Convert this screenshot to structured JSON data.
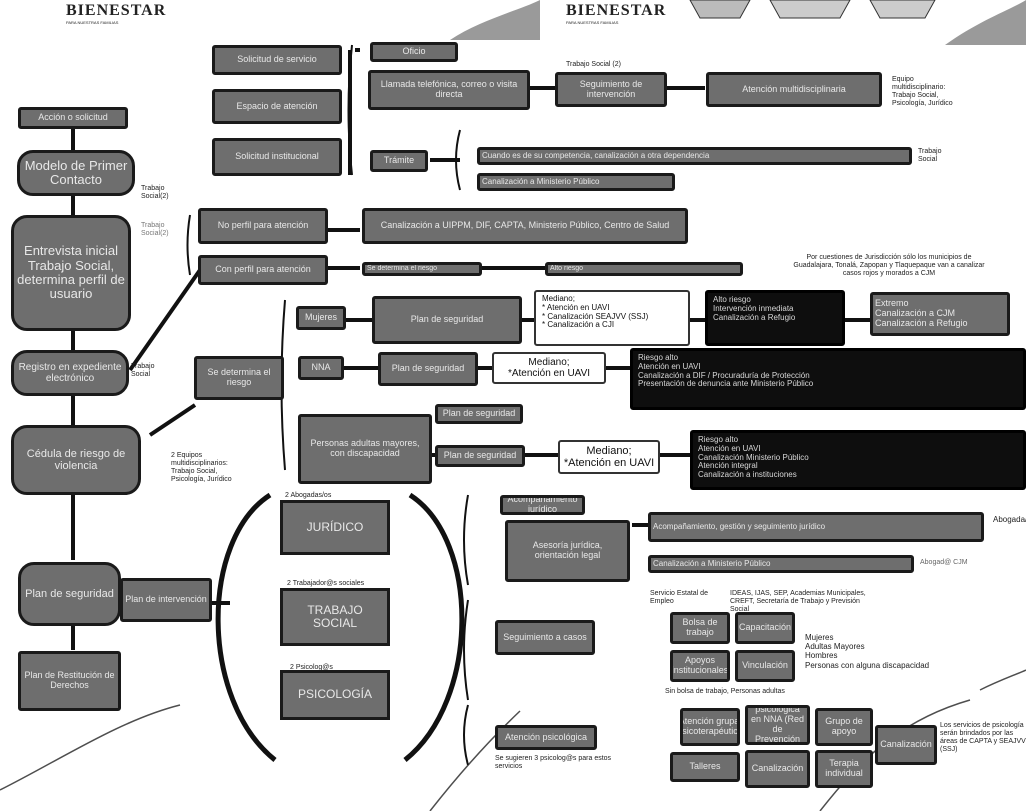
{
  "header": {
    "logo_left": "BIENESTAR",
    "logo_left_sub": "PARA NUESTRAS FAMILIAS",
    "logo_right": "BIENESTAR",
    "logo_right_sub": "PARA NUESTRAS FAMILIAS"
  },
  "nodes": {
    "accion_solicitud": "Acción o solicitud",
    "modelo": "Modelo de Primer Contacto",
    "entrevista": "Entrevista inicial Trabajo Social, determina perfil de usuario",
    "registro": "Registro en expediente electrónico",
    "cedula": "Cédula de riesgo de violencia",
    "plan_seg": "Plan de seguridad",
    "plan_restitucion": "Plan de Restitución de Derechos",
    "plan_intervencion": "Plan de intervención",
    "juridico": "JURÍDICO",
    "trabajo_social": "TRABAJO SOCIAL",
    "psicologia": "PSICOLOGÍA",
    "top1": "Solicitud de servicio",
    "top2": "Espacio de atención",
    "top3": "Solicitud institucional",
    "c1": "Oficio",
    "c2": "Llamada telefónica, correo o visita directa",
    "c3": "Trámite",
    "ts_seguimiento": "Seguimiento de intervención",
    "ts_atencion": "Atención multidisciplinaria",
    "no_perfil": "No perfil para atención",
    "si_perfil": "Con perfil para atención",
    "canaliza1": "Canalización a UIPPM, DIF, CAPTA, Ministerio Público, Centro de Salud",
    "canaliza_line1": "Cuando es de su competencia, canalización a otra dependencia",
    "canaliza_line2": "Canalización a Ministerio Público",
    "det_riesgo": "Se determina el riesgo",
    "mujeres": "Mujeres",
    "nna": "NNA",
    "personas": "Personas adultas mayores, con discapacidad",
    "alto_riesgo1": "Alto riesgo",
    "plan_seg2": "Plan de seguridad",
    "mediano1": "Mediano;",
    "mediano1_items": [
      "* Atención en UAVI",
      "* Canalización SEAJVV (SSJ)",
      "* Canalización a CJI"
    ],
    "mediano2": "Mediano;",
    "mediano2_item": "*Atención en UAVI",
    "mediano3": "Mediano;",
    "mediano3_item": "*Atención en UAVI",
    "alto_box1": "Alto riesgo\nIntervención inmediata\nCanalización a Refugio",
    "ext_box1": "Extremo\nCanalización a CJM\nCanalización a Refugio",
    "black_nna": "Riesgo alto\nAtención en UAVI\nCanalización a DIF / Procuraduría de Protección\nPresentación de denuncia ante Ministerio Público",
    "black_personas": "Riesgo alto\nAtención en UAVI\nCanalización Ministerio Público\nAtención integral\nCanalización a instituciones",
    "abogado": "Abogada/o",
    "jur_acomp": "Acompañamiento jurídico",
    "jur_asesoria": "Asesoría jurídica, orientación legal",
    "jur_line": "Acompañamiento, gestión y seguimiento jurídico",
    "jur_line2": "Canalización a Ministerio Público",
    "ts_mid": "Seguimiento a casos",
    "ts_quad": [
      "Bolsa de trabajo",
      "Capacitación",
      "Apoyos institucionales",
      "Vinculación"
    ],
    "psi_mid": "Atención psicológica",
    "psi_grid": [
      "Atención grupal psicoterapéutica",
      "Atención psicológica en NNA (Red de Prevención DIF)",
      "Grupo de apoyo",
      "Talleres",
      "Canalización",
      "Terapia individual"
    ],
    "psi_side": "Canalización"
  },
  "labels": {
    "trabajo_social_2": "Trabajo Social(2)",
    "trabajo_social_a": "Trabajo Social(2)",
    "trabajo_social_b": "Trabajo Social (2)",
    "trabajo_social_c": "Trabajo Social",
    "trabajo_social_d": "Trabajo Social",
    "equipo_multi": "Equipo multidisciplinario: Trabajo Social, Psicología, Jurídico",
    "dos_equipos": "2 Equipos multidisciplinarios: Trabajo Social, Psicología, Jurídico",
    "jurisdiccion": "Por cuestiones de Jurisdicción sólo los municipios de Guadalajara, Tonalá, Zapopan y Tlaquepaque van a canalizar casos rojos y morados a CJM",
    "abogados": "2 Abogadas/os",
    "trabajadores": "2 Trabajador@s sociales",
    "psicologos": "2 Psicolog@s",
    "sugiere": "Se sugieren 3 psicolog@s para estos servicios",
    "ts_tiers": "Servicio Estatal de Empleo",
    "ts_tiers2": "IDEAS, IJAS, SEP, Academias Municipales, CREFT, Secretaría de Trabajo y Previsión Social",
    "ts_pop": "Mujeres\nAdultas Mayores\nHombres\nPersonas con alguna discapacidad",
    "ts_bottom": "Sin bolsa de trabajo, Personas adultas",
    "psi_note": "Los servicios de psicología serán brindados por las áreas de CAPTA y SEAJVV (SSJ)",
    "abogado_cjm": "Abogad@ CJM"
  }
}
